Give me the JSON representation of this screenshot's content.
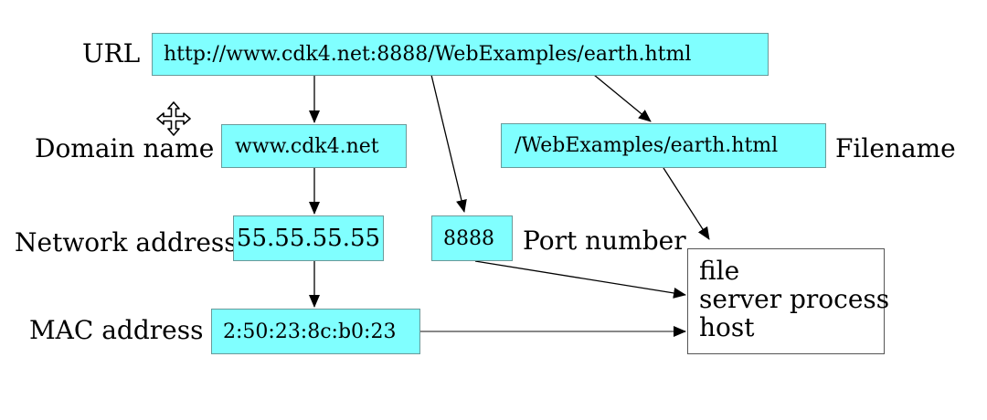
{
  "labels": {
    "url": "URL",
    "domain_name": "Domain name",
    "filename": "Filename",
    "network_address": "Network address",
    "port_number": "Port number",
    "mac_address": "MAC address"
  },
  "boxes": {
    "url": "http://www.cdk4.net:8888/WebExamples/earth.html",
    "domain": "www.cdk4.net",
    "filename": "/WebExamples/earth.html",
    "network": "55.55.55.55",
    "port": "8888",
    "mac": "2:50:23:8c:b0:23"
  },
  "destination": {
    "lines": [
      "file",
      "server process",
      "host"
    ]
  },
  "colors": {
    "box_fill": "#80ffff",
    "arrow": "#000000"
  },
  "icons": {
    "cursor": "move-cursor-icon"
  }
}
